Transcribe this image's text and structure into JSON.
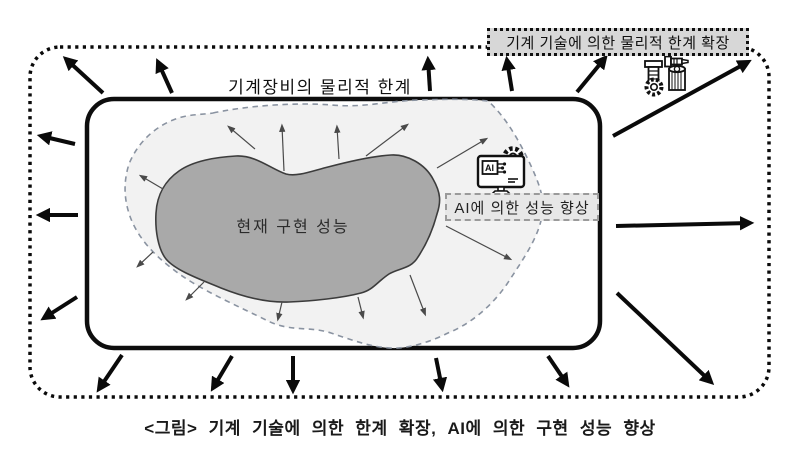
{
  "diagram": {
    "outer_label": "기계 기술에 의한 물리적 한계 확장",
    "inner_label": "기계장비의 물리적 한계",
    "blob_label": "현재 구현 성능",
    "ai_label": "AI에 의한 성능 향상",
    "ai_chip_label": "AI",
    "caption": "<그림> 기계 기술에 의한 한계 확장, AI에 의한 구현 성능 향상"
  },
  "icons": {
    "machine_parts": "gear-bolt-cylinder-icon",
    "ai_monitor": "ai-monitor-gear-icon"
  },
  "colors": {
    "blob_fill": "#a9a9a9",
    "blob_stroke": "#3c3c3c",
    "region_fill": "#f2f2f2",
    "region_stroke": "#8a93a1",
    "outer_label_bg": "#d7d7d7",
    "ai_label_bg": "#e7e7e7",
    "arrow_thick": "#0a0a0a",
    "arrow_thin": "#4a4a4a",
    "border": "#0d0d0d"
  }
}
